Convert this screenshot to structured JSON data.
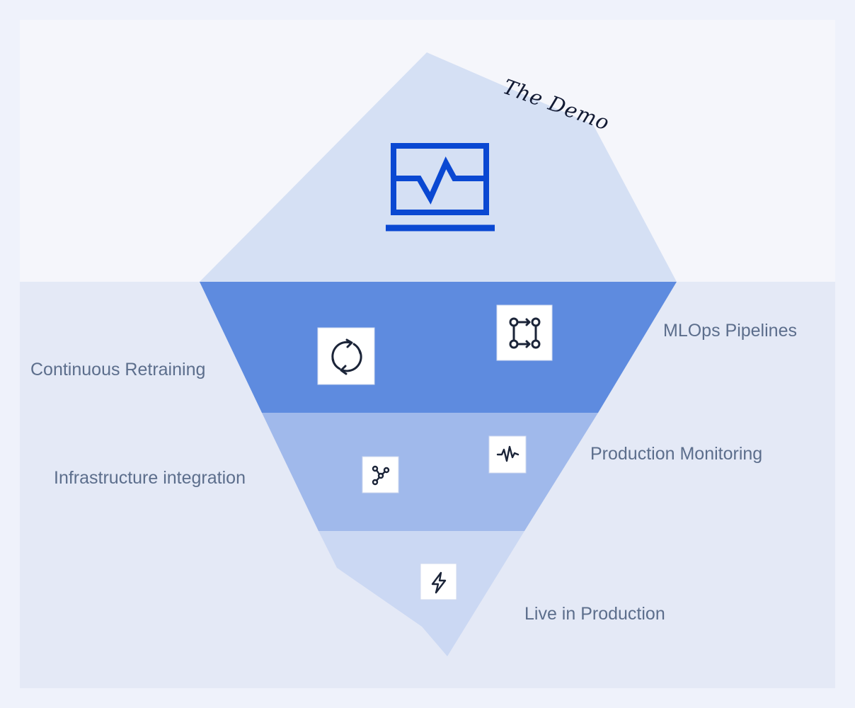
{
  "diagram": {
    "caption": "The Demo",
    "top_icon": "monitor-with-pulse-icon",
    "layers": [
      {
        "label": "MLOps Pipelines",
        "icon": "pipeline-branch-icon"
      },
      {
        "label": "Continuous Retraining",
        "icon": "refresh-cycle-icon"
      },
      {
        "label": "Production Monitoring",
        "icon": "activity-pulse-icon"
      },
      {
        "label": "Infrastructure integration",
        "icon": "network-nodes-icon"
      },
      {
        "label": "Live in Production",
        "icon": "lightning-bolt-icon"
      }
    ]
  },
  "colors": {
    "page_background": "#eff2fb",
    "above_water": "#f5f6fb",
    "below_water": "#e4e9f6",
    "tip": "#d5e0f4",
    "layer_1": "#5e8bdf",
    "layer_2": "#a0b9eb",
    "layer_3": "#cbd8f3",
    "demo_icon": "#0a48d2",
    "small_icon": "#1b2438",
    "label_text": "#5c6e8c"
  }
}
